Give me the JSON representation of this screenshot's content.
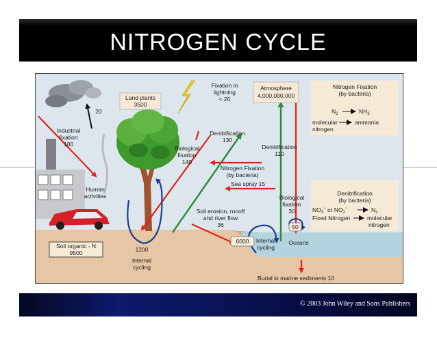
{
  "title": "NITROGEN CYCLE",
  "footer": "© 2003 John Wiley and Sons Publishers",
  "colors": {
    "sky": "#dde6ec",
    "soil": "#e6c6a4",
    "ocean": "#b3d3df",
    "red_arrow": "#e0231a",
    "green_arrow": "#2e8b3a",
    "blue_arrow": "#1c3d8f"
  },
  "labels": {
    "land_plants": [
      "Land plants",
      "3500"
    ],
    "industrial": [
      "Industrial",
      "fixation",
      "100"
    ],
    "industrial_up": "20",
    "lightning": [
      "Fixation in",
      "lightning",
      "< 20"
    ],
    "atmosphere": [
      "Atmosphere",
      "4,000,000,000"
    ],
    "bio_fix_land": [
      "Biological",
      "fixation",
      "140"
    ],
    "denit_land": [
      "Denitrification",
      "130"
    ],
    "denit_ocean": [
      "Denitrification",
      "110"
    ],
    "n_fix_bacteria": [
      "Nitrogen Fixation",
      "(by bacteria)"
    ],
    "sea_spray": "Sea spray 15",
    "human": [
      "Human",
      "activities"
    ],
    "bio_fix_ocean": [
      "Biological",
      "fixation",
      "30"
    ],
    "soil_erosion": [
      "Soil erosion, runoff",
      "and river flow",
      "36"
    ],
    "soil_organic": [
      "Soil organic - N",
      "9500"
    ],
    "land_cycle": [
      "1200"
    ],
    "internal_land": [
      "Internal",
      "cycling"
    ],
    "ocean_cycle_value": "6000",
    "ocean_cycle_label": [
      "Internal",
      "cycling"
    ],
    "ocean_small": "50",
    "oceans": "Oceans",
    "burial": "Burial in marine sediments 10"
  },
  "legend_fix": {
    "title": [
      "Nitrogen Fixation",
      "(by bacteria)"
    ],
    "eq_left": "N",
    "eq_left_sub": "2",
    "eq_right": "NH",
    "eq_right_sub": "3",
    "words_left": [
      "molecular",
      "nitrogen"
    ],
    "words_right": "ammonia"
  },
  "legend_denit": {
    "title": [
      "Denitrification",
      "(by bacteria)"
    ],
    "eq1_a": "NO",
    "eq1_a_sub": "3",
    "eq1_a_sup": "−",
    "eq1_or": " or ",
    "eq1_b": "NO",
    "eq1_b_sub": "2",
    "eq1_b_sup": "−",
    "eq1_right": "N",
    "eq1_right_sub": "2",
    "eq2_left": "Fixed Nitrogen",
    "eq2_right": [
      "molecular",
      "nitrogen"
    ]
  }
}
